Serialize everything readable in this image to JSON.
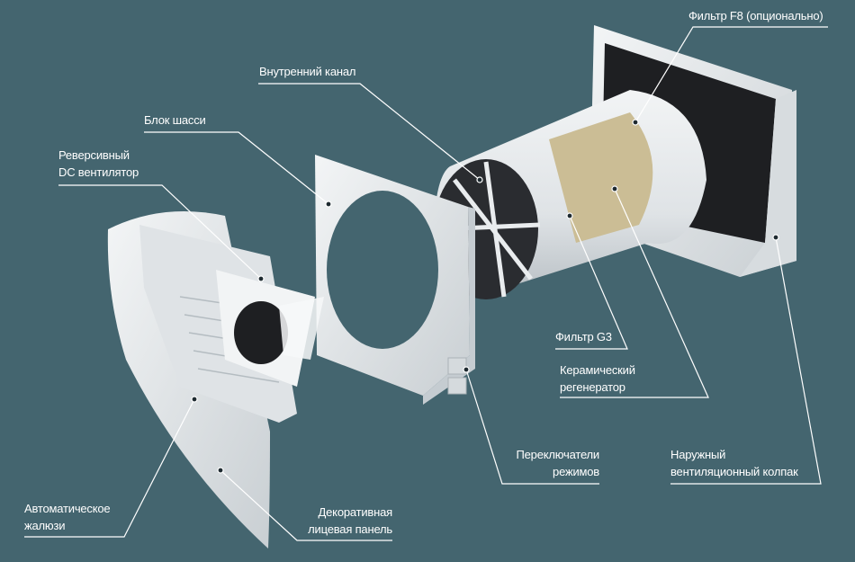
{
  "colors": {
    "background": "#44656f",
    "plastic": "#e9ecee",
    "filter_dark": "#1e1f22",
    "ceramic": "#cbbd95",
    "leader": "#ffffff"
  },
  "labels": {
    "filter_f8": "Фильтр F8 (опционально)",
    "inner_channel": "Внутренний канал",
    "chassis": "Блок шасси",
    "fan_line1": "Реверсивный",
    "fan_line2": "DC вентилятор",
    "filter_g3": "Фильтр G3",
    "regenerator_line1": "Керамический",
    "regenerator_line2": "регенератор",
    "switches_line1": "Переключатели",
    "switches_line2": "режимов",
    "hood_line1": "Наружный",
    "hood_line2": "вентиляционный колпак",
    "shutter_line1": "Автоматическое",
    "shutter_line2": "жалюзи",
    "panel_line1": "Декоративная",
    "panel_line2": "лицевая панель"
  }
}
